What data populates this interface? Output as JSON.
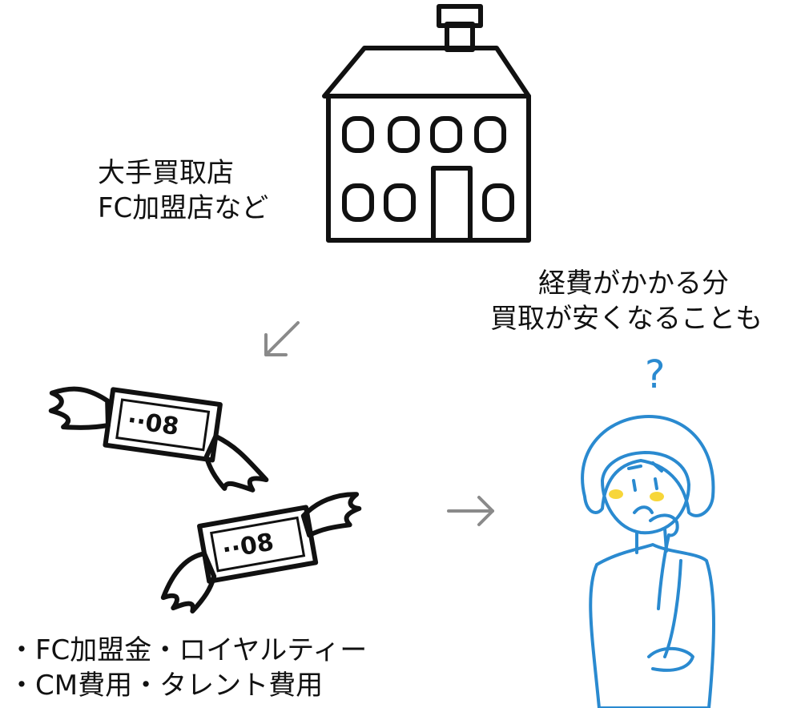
{
  "store_label": {
    "line1": "大手買取店",
    "line2": "FC加盟店など"
  },
  "question_text": {
    "line1": "経費がかかる分",
    "line2": "買取が安くなることも"
  },
  "question_mark": "?",
  "cost_list": [
    "・FC加盟金・ロイヤルティー",
    "・CM費用・タレント費用"
  ],
  "arrows": {
    "down_left": "↙",
    "right": "→"
  },
  "colors": {
    "building_roof": "#87c8e6",
    "person_blue": "#2a8ad0",
    "person_fill": "#8ec9e9",
    "cheek": "#f7d63a",
    "arrow_gray": "#8a8a8a"
  }
}
